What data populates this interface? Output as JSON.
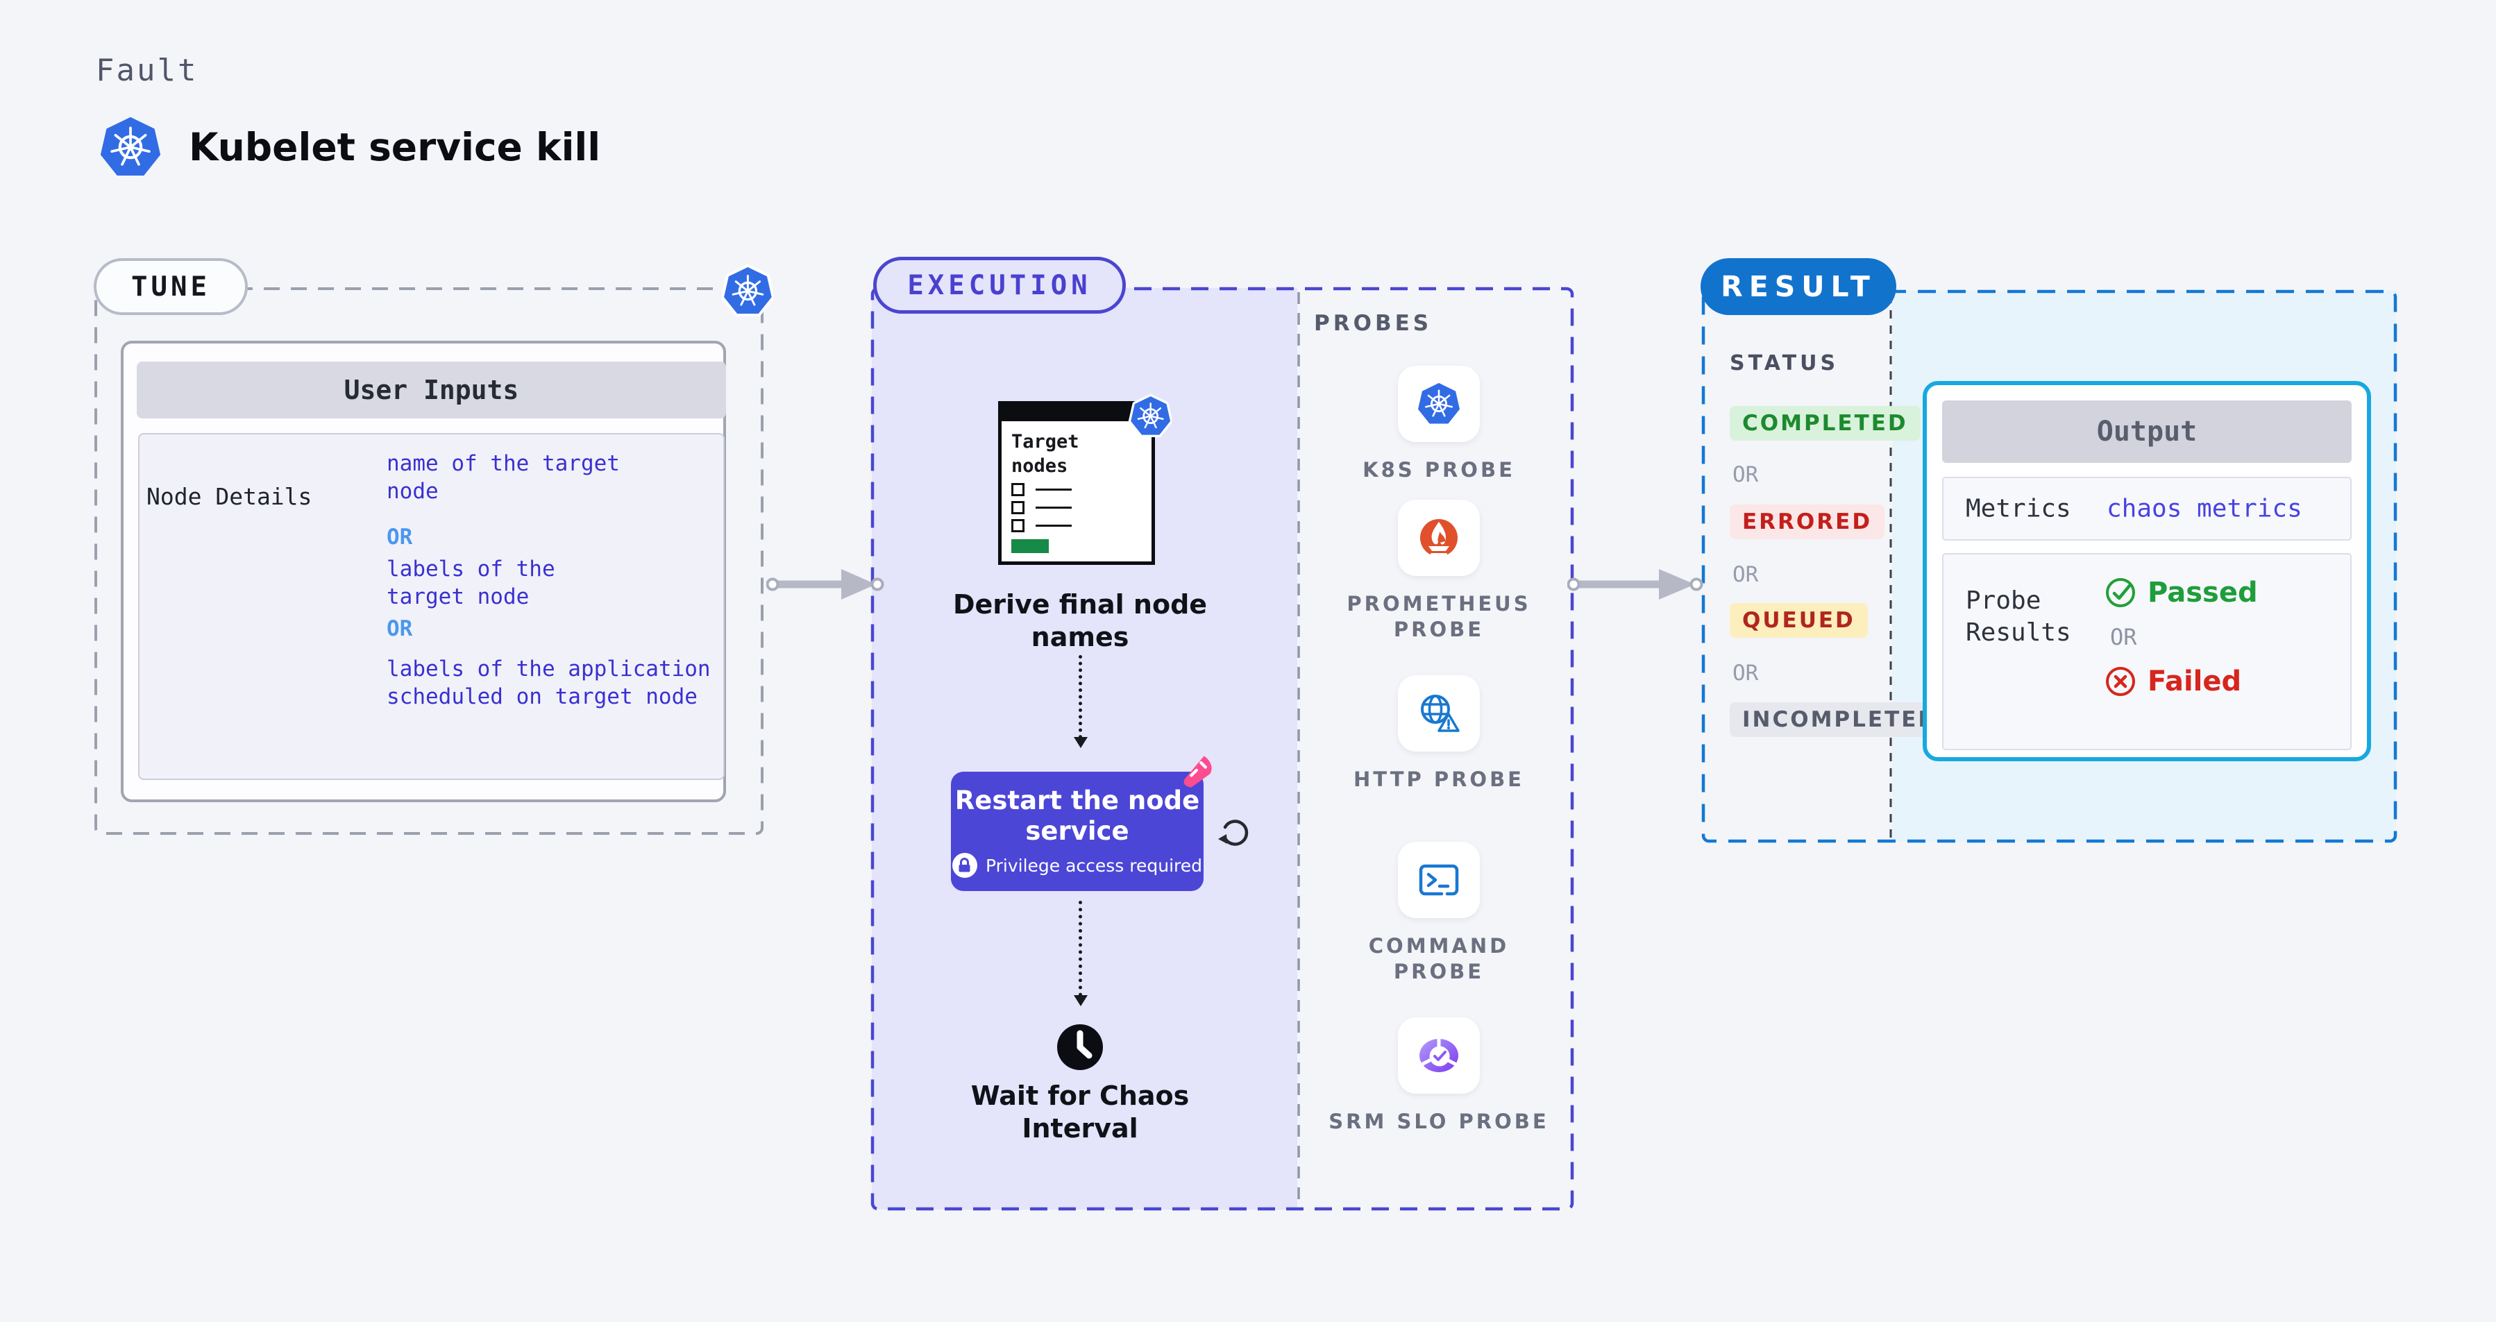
{
  "colors": {
    "page_bg": "#f4f5f9",
    "tune_dash": "#9aa0ad",
    "execution_accent": "#4b46cf",
    "execution_fill": "#e4e4fb",
    "result_accent": "#1273cd",
    "result_fill": "#e7f4fb",
    "output_border": "#18a8e0",
    "kubernetes_blue": "#326ce5",
    "prometheus_orange": "#e0502a",
    "probe_blue": "#1878d1",
    "srm_purple": "#8b5cf6",
    "restart_bg": "#4c46d6",
    "chaos_pink": "#fb4d90",
    "value_blue": "#3a30d1",
    "or_blue": "#4b97ef",
    "passed_green": "#1f9d3b",
    "failed_red": "#d6261d",
    "completed_green": "#1c8a2e",
    "errored_red": "#c41f1c",
    "queued_amber_text": "#b0261f"
  },
  "header": {
    "eyebrow": "Fault",
    "title": "Kubelet service kill"
  },
  "tune": {
    "badge": "TUNE",
    "card_title": "User Inputs",
    "row_label": "Node Details",
    "option_1": "name of the target\nnode",
    "or_1": "OR",
    "option_2": "labels of the\ntarget node",
    "or_2": "OR",
    "option_3": "labels of the application\n scheduled on target node"
  },
  "execution": {
    "badge": "EXECUTION",
    "target_doc_title": "Target\nnodes",
    "derive_step": "Derive final node\nnames",
    "restart_title": "Restart the node\nservice",
    "restart_note": "Privilege access required",
    "wait_step": "Wait for Chaos\nInterval",
    "probes_heading": "PROBES",
    "probes": [
      {
        "label": "K8S PROBE",
        "icon": "kubernetes-icon"
      },
      {
        "label": "PROMETHEUS PROBE",
        "icon": "prometheus-icon"
      },
      {
        "label": "HTTP PROBE",
        "icon": "globe-alert-icon"
      },
      {
        "label": "COMMAND PROBE",
        "icon": "terminal-icon"
      },
      {
        "label": "SRM SLO PROBE",
        "icon": "slo-gauge-icon"
      }
    ]
  },
  "result": {
    "badge": "RESULT",
    "status_heading": "STATUS",
    "status_completed": "COMPLETED",
    "status_or_1": "OR",
    "status_errored": "ERRORED",
    "status_or_2": "OR",
    "status_queued": "QUEUED",
    "status_or_3": "OR",
    "status_incompleted": "INCOMPLETED",
    "output": {
      "title": "Output",
      "metrics_label": "Metrics",
      "metrics_value": "chaos metrics",
      "probe_results_label": "Probe\nResults",
      "passed": "Passed",
      "or": "OR",
      "failed": "Failed"
    }
  }
}
